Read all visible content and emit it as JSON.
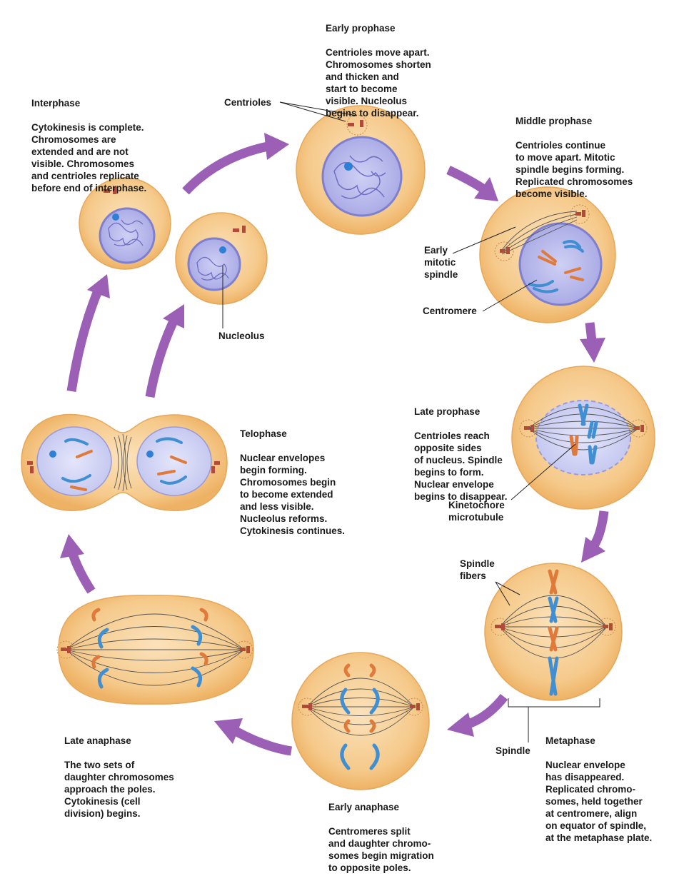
{
  "colors": {
    "cell_fill": "#f5c98a",
    "cell_edge": "#e8ad5e",
    "nucleus_fill": "#b9b8ea",
    "nucleus_edge": "#7f7fd0",
    "chromatin": "#6e6ec4",
    "arrow": "#9b5fb6",
    "chromosome_orange": "#e07a3a",
    "chromosome_blue": "#3f8fd2",
    "nucleolus": "#2e7fd6",
    "spindle_line": "#555555"
  },
  "stages": {
    "interphase": {
      "title": "Interphase",
      "text": "Cytokinesis is complete.\nChromosomes are\nextended and are not\nvisible. Chromosomes\nand centrioles replicate\nbefore end of interphase."
    },
    "early_prophase": {
      "title": "Early prophase",
      "text": "Centrioles move apart.\nChromosomes shorten\nand thicken and\nstart to become\nvisible. Nucleolus\nbegins to disappear."
    },
    "middle_prophase": {
      "title": "Middle prophase",
      "text": "Centrioles continue\nto move apart. Mitotic\nspindle begins forming.\nReplicated chromosomes\nbecome visible."
    },
    "late_prophase": {
      "title": "Late prophase",
      "text": "Centrioles reach\nopposite sides\nof nucleus. Spindle\nbegins to form.\nNuclear envelope\nbegins to disappear."
    },
    "metaphase": {
      "title": "Metaphase",
      "text": "Nuclear envelope\nhas disappeared.\nReplicated chromo-\nsomes, held together\nat centromere, align\non equator of spindle,\nat the metaphase plate."
    },
    "early_anaphase": {
      "title": "Early anaphase",
      "text": "Centromeres split\nand daughter chromo-\nsomes begin migration\nto opposite poles."
    },
    "late_anaphase": {
      "title": "Late anaphase",
      "text": "The two sets of\ndaughter chromosomes\napproach the poles.\nCytokinesis (cell\ndivision) begins."
    },
    "telophase": {
      "title": "Telophase",
      "text": "Nuclear envelopes\nbegin forming.\nChromosomes begin\nto become extended\nand less visible.\nNucleolus reforms.\nCytokinesis continues."
    }
  },
  "labels": {
    "centrioles": "Centrioles",
    "nucleolus": "Nucleolus",
    "early_mitotic_spindle": "Early\nmitotic\nspindle",
    "centromere": "Centromere",
    "kinetochore_microtubule": "Kinetochore\nmicrotubule",
    "spindle_fibers": "Spindle\nfibers",
    "spindle": "Spindle"
  }
}
